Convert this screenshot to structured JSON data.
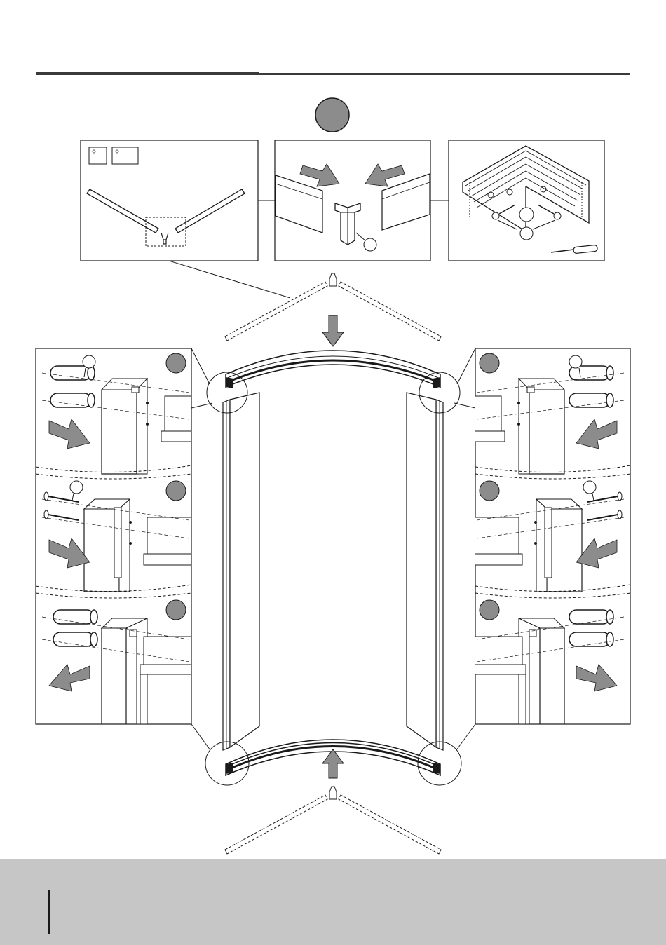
{
  "page": {
    "type": "assembly-instruction",
    "background": "#ffffff",
    "line_color": "#1a1a1a",
    "marker_fill": "#8c8c8c",
    "arrow_fill": "#8c8c8c",
    "footer_color": "#c6c6c6"
  },
  "header": {
    "rule_color": "#3a3a3a"
  },
  "step_marker": {
    "icon": "filled-circle-icon"
  },
  "top_panels": [
    {
      "id": "kit-overview",
      "icon": "top-profile-rails-icon"
    },
    {
      "id": "corner-connector",
      "icon": "corner-joint-icon"
    },
    {
      "id": "screw-fixing",
      "icon": "screwdriver-icon"
    }
  ],
  "side_panels": {
    "left": [
      "wall-plug-insert",
      "screw-insert",
      "wall-plug-remove"
    ],
    "right": [
      "wall-plug-insert",
      "screw-insert",
      "wall-plug-remove"
    ]
  },
  "footer": {
    "text": ""
  }
}
